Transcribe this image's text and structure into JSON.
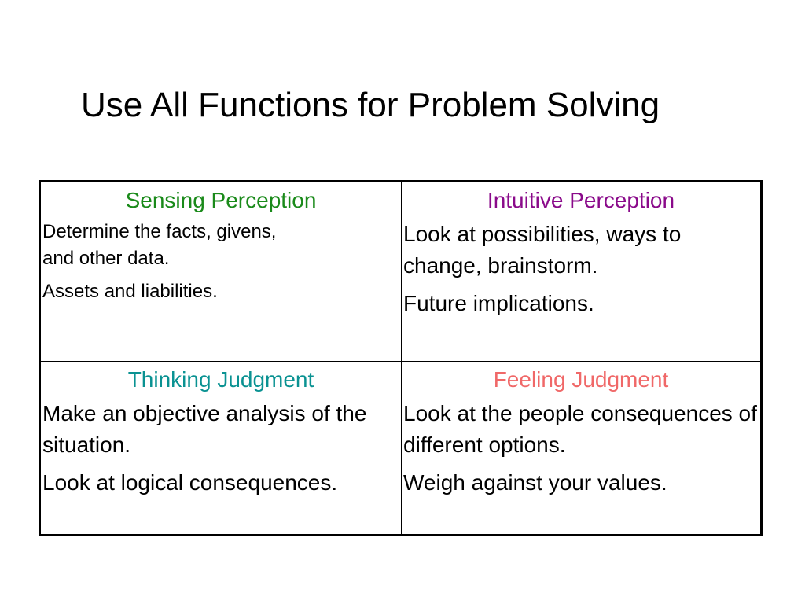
{
  "slide": {
    "title": "Use All Functions for Problem Solving"
  },
  "colors": {
    "sensing": "#1a8a1a",
    "intuitive": "#8a0a8a",
    "thinking": "#0a9292",
    "feeling": "#f06868"
  },
  "quadrants": [
    {
      "heading": "Sensing Perception",
      "lines": [
        "Determine the facts, givens,\nand other data.",
        "Assets and liabilities."
      ]
    },
    {
      "heading": "Intuitive Perception",
      "lines": [
        "Look at possibilities, ways to change, brainstorm.",
        "Future implications."
      ]
    },
    {
      "heading": "Thinking Judgment",
      "lines": [
        "Make an objective analysis of the situation.",
        "Look at logical consequences."
      ]
    },
    {
      "heading": "Feeling Judgment",
      "lines": [
        "Look at the people consequences of different options.",
        "Weigh against your values."
      ]
    }
  ]
}
